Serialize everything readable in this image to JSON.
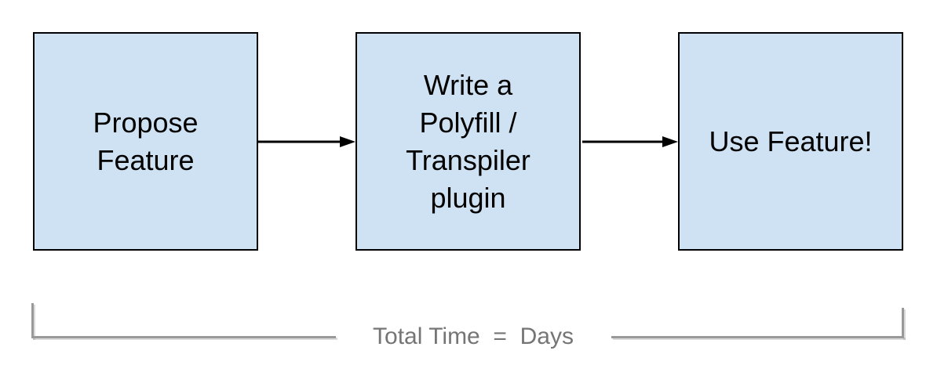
{
  "diagram": {
    "title": "feature-adoption-flow",
    "steps": [
      {
        "id": "propose-feature",
        "label": "Propose\nFeature"
      },
      {
        "id": "write-polyfill",
        "label": "Write a\nPolyfill /\nTranspiler\nplugin"
      },
      {
        "id": "use-feature",
        "label": "Use Feature!"
      }
    ],
    "connectors": [
      {
        "from": "propose-feature",
        "to": "write-polyfill",
        "type": "arrow-right"
      },
      {
        "from": "write-polyfill",
        "to": "use-feature",
        "type": "arrow-right"
      }
    ],
    "bracket": {
      "label": "Total Time  =  Days"
    },
    "colors": {
      "box_fill": "#cfe2f3",
      "box_border": "#000000",
      "box_text": "#000000",
      "arrow": "#000000",
      "bracket_line": "#999999",
      "bracket_text": "#757575",
      "background": "#ffffff"
    }
  }
}
